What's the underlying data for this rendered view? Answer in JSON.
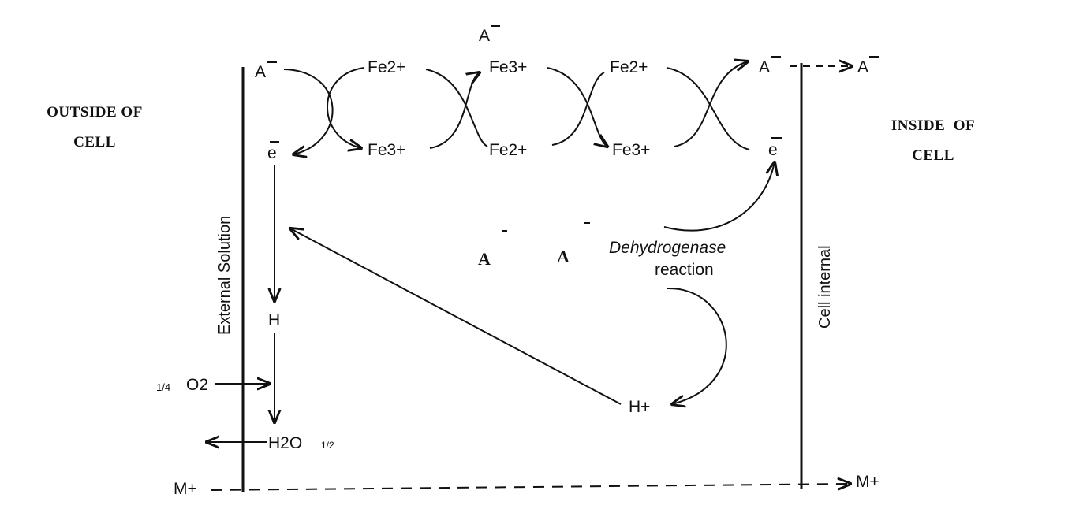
{
  "outside_label": "OUTSIDE OF\nCELL",
  "inside_label": "INSIDE  OF\nCELL",
  "external_solution": "External Solution",
  "cell_internal": "Cell internal",
  "anion_top": "A",
  "anion_left": "A",
  "anion_right": "A",
  "anion_far_right": "A",
  "anion_mid_1": "A",
  "anion_mid_2": "A",
  "fe_top_1": "Fe2+",
  "fe_top_2": "Fe3+",
  "fe_top_3": "Fe2+",
  "fe_bottom_1": "Fe3+",
  "fe_bottom_2": "Fe2+",
  "fe_bottom_3": "Fe3+",
  "electron_left": "e",
  "electron_right": "e",
  "dehydrogenase": "Dehydrogenase",
  "reaction": "reaction",
  "hydrogen": "H",
  "proton": "H+",
  "oxygen_coeff": "1/4",
  "oxygen": "O2",
  "water": "H2O",
  "water_coeff": "1/2",
  "cation_left": "M+",
  "cation_right": "M+"
}
